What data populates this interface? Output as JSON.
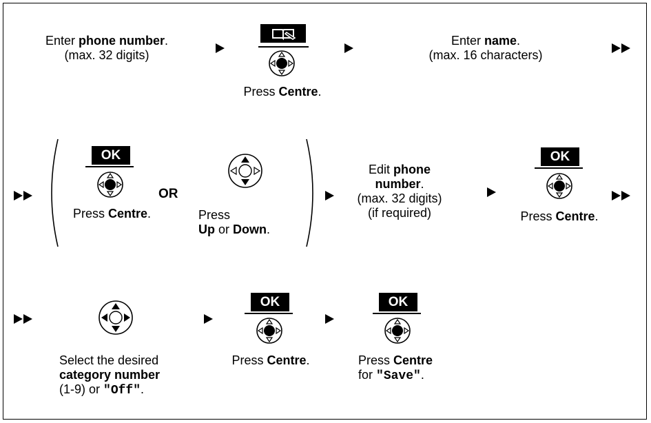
{
  "row1": {
    "step1_line1_prefix": "Enter ",
    "step1_line1_bold": "phone number",
    "step1_line1_suffix": ".",
    "step1_line2": "(max. 32 digits)",
    "step2_caption_prefix": "Press ",
    "step2_caption_bold": "Centre",
    "step2_caption_suffix": ".",
    "step3_line1_prefix": "Enter ",
    "step3_line1_bold": "name",
    "step3_line1_suffix": ".",
    "step3_line2": "(max. 16 characters)"
  },
  "row2": {
    "ok_label": "OK",
    "or_label": "OR",
    "optA_prefix": "Press ",
    "optA_bold": "Centre",
    "optA_suffix": ".",
    "optB_line1": "Press",
    "optB_bold1": "Up",
    "optB_mid": " or ",
    "optB_bold2": "Down",
    "optB_suffix": ".",
    "edit_line1_prefix": "Edit ",
    "edit_line1_bold": "phone",
    "edit_line2_bold": "number",
    "edit_line2_suffix": ".",
    "edit_line3": "(max. 32 digits)",
    "edit_line4": "(if required)",
    "ok2_label": "OK",
    "press2_prefix": "Press ",
    "press2_bold": "Centre",
    "press2_suffix": "."
  },
  "row3": {
    "select_line1": "Select the desired",
    "select_line2_bold": "category number",
    "select_line3_prefix": "(1-9) or ",
    "select_line3_mono": "\"Off\"",
    "select_line3_suffix": ".",
    "ok_label": "OK",
    "press_prefix": "Press ",
    "press_bold": "Centre",
    "press_suffix": ".",
    "ok2_label": "OK",
    "save_line1_prefix": "Press ",
    "save_line1_bold": "Centre",
    "save_line2_prefix": "for ",
    "save_line2_mono": "\"Save\"",
    "save_line2_suffix": "."
  },
  "icons": {
    "phonebook": "phonebook-icon",
    "navigator_centre": "navigator-centre-icon",
    "navigator_updown": "navigator-updown-icon",
    "navigator_all": "navigator-all-icon"
  },
  "colors": {
    "ink": "#000000",
    "paper": "#ffffff"
  }
}
